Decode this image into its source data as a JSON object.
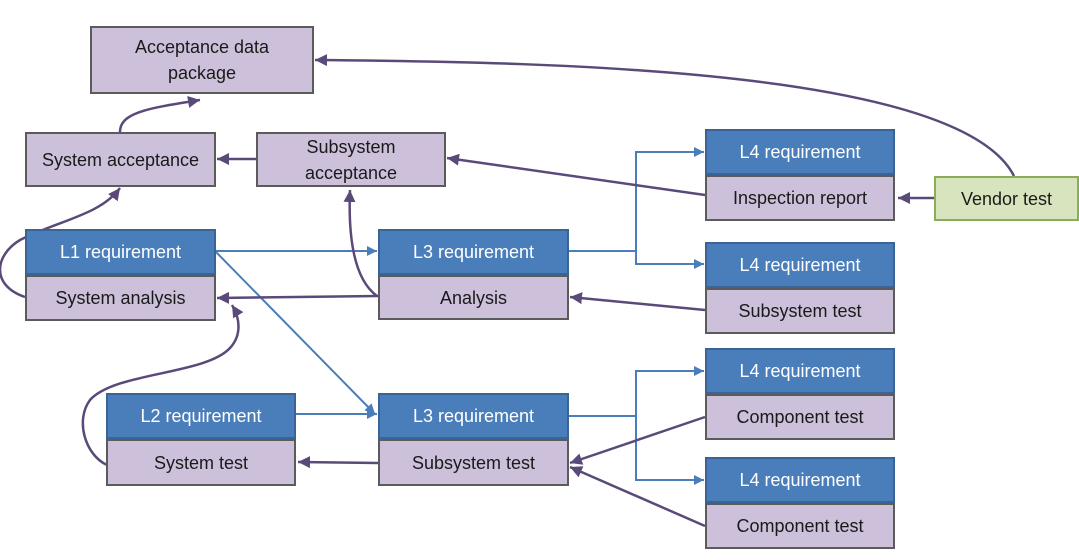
{
  "colors": {
    "requirement_fill": "#4a7ebb",
    "activity_fill": "#ccc0da",
    "vendor_fill": "#d7e4bd",
    "blue_connector": "#4a7ebb",
    "purple_connector": "#5a4a7a"
  },
  "nodes": {
    "acceptance_data_package": "Acceptance data package",
    "system_acceptance": "System acceptance",
    "subsystem_acceptance": "Subsystem acceptance",
    "l1_requirement": "L1 requirement",
    "system_analysis": "System analysis",
    "l3_requirement_a": "L3 requirement",
    "analysis": "Analysis",
    "l4_requirement_a": "L4 requirement",
    "inspection_report": "Inspection report",
    "vendor_test": "Vendor test",
    "l4_requirement_b": "L4 requirement",
    "subsystem_test_a": "Subsystem test",
    "l2_requirement": "L2 requirement",
    "system_test": "System test",
    "l3_requirement_b": "L3 requirement",
    "subsystem_test_b": "Subsystem test",
    "l4_requirement_c": "L4 requirement",
    "component_test_a": "Component test",
    "l4_requirement_d": "L4 requirement",
    "component_test_b": "Component test"
  }
}
